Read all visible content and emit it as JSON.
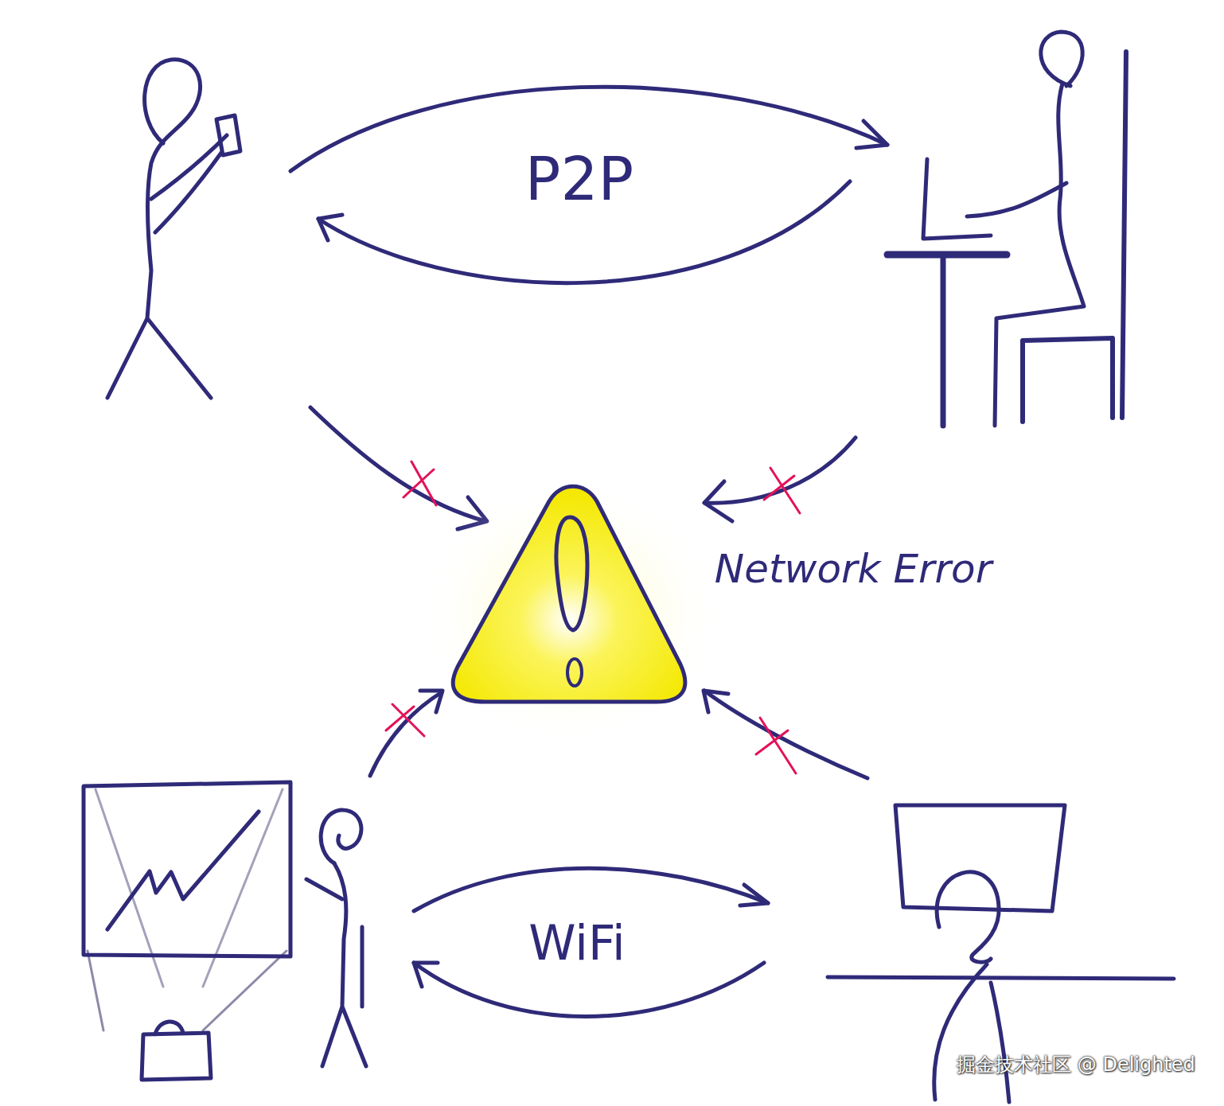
{
  "diagram": {
    "labels": [
      "P2P",
      "Network Error",
      "WiFi",
      "掘金技术社区 @ Delighted"
    ]
  }
}
